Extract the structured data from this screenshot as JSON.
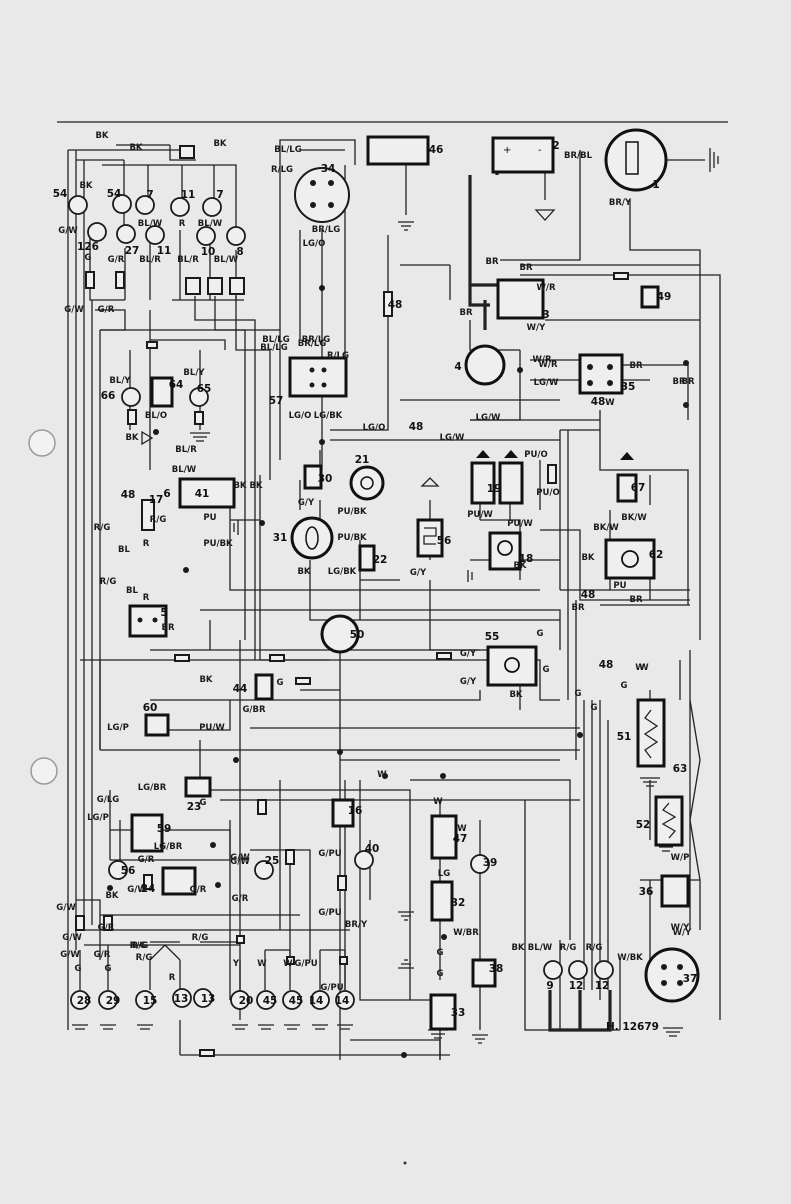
{
  "diagram": {
    "reference": "H. 12679",
    "components": [
      {
        "id": "c1",
        "num": "1"
      },
      {
        "id": "c2",
        "num": "2"
      },
      {
        "id": "c3",
        "num": "3"
      },
      {
        "id": "c4",
        "num": "4"
      },
      {
        "id": "c5",
        "num": "5"
      },
      {
        "id": "c6",
        "num": "6"
      },
      {
        "id": "c7a",
        "num": "7"
      },
      {
        "id": "c7b",
        "num": "7"
      },
      {
        "id": "c8",
        "num": "8"
      },
      {
        "id": "c9",
        "num": "9"
      },
      {
        "id": "c10",
        "num": "10"
      },
      {
        "id": "c11a",
        "num": "11"
      },
      {
        "id": "c11b",
        "num": "11"
      },
      {
        "id": "c12a",
        "num": "12"
      },
      {
        "id": "c12b",
        "num": "12"
      },
      {
        "id": "c13a",
        "num": "13"
      },
      {
        "id": "c13b",
        "num": "13"
      },
      {
        "id": "c14a",
        "num": "14"
      },
      {
        "id": "c14b",
        "num": "14"
      },
      {
        "id": "c15",
        "num": "15"
      },
      {
        "id": "c16",
        "num": "16"
      },
      {
        "id": "c17",
        "num": "17"
      },
      {
        "id": "c18",
        "num": "18"
      },
      {
        "id": "c19",
        "num": "19"
      },
      {
        "id": "c20",
        "num": "20"
      },
      {
        "id": "c21",
        "num": "21"
      },
      {
        "id": "c22",
        "num": "22"
      },
      {
        "id": "c23",
        "num": "23"
      },
      {
        "id": "c24",
        "num": "24"
      },
      {
        "id": "c25",
        "num": "25"
      },
      {
        "id": "c26",
        "num": "126"
      },
      {
        "id": "c27",
        "num": "27"
      },
      {
        "id": "c28",
        "num": "28"
      },
      {
        "id": "c29",
        "num": "29"
      },
      {
        "id": "c30",
        "num": "30"
      },
      {
        "id": "c31",
        "num": "31"
      },
      {
        "id": "c32",
        "num": "32"
      },
      {
        "id": "c33",
        "num": "33"
      },
      {
        "id": "c34",
        "num": "34"
      },
      {
        "id": "c35",
        "num": "35"
      },
      {
        "id": "c36",
        "num": "36"
      },
      {
        "id": "c37",
        "num": "37"
      },
      {
        "id": "c38",
        "num": "38"
      },
      {
        "id": "c39",
        "num": "39"
      },
      {
        "id": "c40",
        "num": "40"
      },
      {
        "id": "c41",
        "num": "41"
      },
      {
        "id": "c44",
        "num": "44"
      },
      {
        "id": "c45a",
        "num": "45"
      },
      {
        "id": "c45b",
        "num": "45"
      },
      {
        "id": "c46",
        "num": "46"
      },
      {
        "id": "c47",
        "num": "47"
      },
      {
        "id": "c48a",
        "num": "48"
      },
      {
        "id": "c48b",
        "num": "48"
      },
      {
        "id": "c48c",
        "num": "48"
      },
      {
        "id": "c48d",
        "num": "48"
      },
      {
        "id": "c48e",
        "num": "48"
      },
      {
        "id": "c48f",
        "num": "48"
      },
      {
        "id": "c49",
        "num": "49"
      },
      {
        "id": "c50",
        "num": "50"
      },
      {
        "id": "c51",
        "num": "51"
      },
      {
        "id": "c52",
        "num": "52"
      },
      {
        "id": "c54a",
        "num": "54"
      },
      {
        "id": "c54b",
        "num": "54"
      },
      {
        "id": "c55",
        "num": "55"
      },
      {
        "id": "c56",
        "num": "56"
      },
      {
        "id": "c57",
        "num": "57"
      },
      {
        "id": "c58",
        "num": "56"
      },
      {
        "id": "c59",
        "num": "59"
      },
      {
        "id": "c60",
        "num": "60"
      },
      {
        "id": "c62",
        "num": "62"
      },
      {
        "id": "c63",
        "num": "63"
      },
      {
        "id": "c64",
        "num": "64"
      },
      {
        "id": "c65",
        "num": "65"
      },
      {
        "id": "c66",
        "num": "66"
      },
      {
        "id": "c67",
        "num": "67"
      }
    ],
    "wire_labels": [
      {
        "id": "w1",
        "text": "BK"
      },
      {
        "id": "w2",
        "text": "BK"
      },
      {
        "id": "w3",
        "text": "BK"
      },
      {
        "id": "w4",
        "text": "BK"
      },
      {
        "id": "w5",
        "text": "G/W"
      },
      {
        "id": "w6",
        "text": "G/W"
      },
      {
        "id": "w7",
        "text": "G/R"
      },
      {
        "id": "w8",
        "text": "G/R"
      },
      {
        "id": "w9",
        "text": "G"
      },
      {
        "id": "w10",
        "text": "BL/W"
      },
      {
        "id": "w11",
        "text": "R"
      },
      {
        "id": "w12",
        "text": "BL/W"
      },
      {
        "id": "w13",
        "text": "BL/R"
      },
      {
        "id": "w14",
        "text": "BL/R"
      },
      {
        "id": "w15",
        "text": "BL/W"
      },
      {
        "id": "w16",
        "text": "BL/LG"
      },
      {
        "id": "w17",
        "text": "R/LG"
      },
      {
        "id": "w18",
        "text": "BR/LG"
      },
      {
        "id": "w19",
        "text": "LG/O"
      },
      {
        "id": "w20",
        "text": "BR/BL"
      },
      {
        "id": "w21",
        "text": "BR/Y"
      },
      {
        "id": "w22",
        "text": "BR"
      },
      {
        "id": "w23",
        "text": "BR"
      },
      {
        "id": "w24",
        "text": "W/R"
      },
      {
        "id": "w25",
        "text": "BR"
      },
      {
        "id": "w26",
        "text": "W/Y"
      },
      {
        "id": "w27",
        "text": "W/R"
      },
      {
        "id": "w28",
        "text": "BR"
      },
      {
        "id": "w29",
        "text": "LG/W"
      },
      {
        "id": "w30",
        "text": "BR"
      },
      {
        "id": "w31",
        "text": "W"
      },
      {
        "id": "w32",
        "text": "LG/W"
      },
      {
        "id": "w33",
        "text": "LG/O"
      },
      {
        "id": "w34",
        "text": "LG/W"
      },
      {
        "id": "w35",
        "text": "BL/LG"
      },
      {
        "id": "w36",
        "text": "BR/LG"
      },
      {
        "id": "w37",
        "text": "R/LG"
      },
      {
        "id": "w38",
        "text": "LG/O"
      },
      {
        "id": "w39",
        "text": "LG/BK"
      },
      {
        "id": "w40",
        "text": "BL/Y"
      },
      {
        "id": "w41",
        "text": "BL/Y"
      },
      {
        "id": "w42",
        "text": "BL/O"
      },
      {
        "id": "w43",
        "text": "BK"
      },
      {
        "id": "w44",
        "text": "BL/R"
      },
      {
        "id": "w45",
        "text": "BL/W"
      },
      {
        "id": "w46",
        "text": "G/Y"
      },
      {
        "id": "w47",
        "text": "PU/BK"
      },
      {
        "id": "w48",
        "text": "PU/BK"
      },
      {
        "id": "w49",
        "text": "BK"
      },
      {
        "id": "w50",
        "text": "LG/BK"
      },
      {
        "id": "w51",
        "text": "PU/O"
      },
      {
        "id": "w52",
        "text": "PU/O"
      },
      {
        "id": "w53",
        "text": "PU/W"
      },
      {
        "id": "w54",
        "text": "PU/W"
      },
      {
        "id": "w55",
        "text": "BK/W"
      },
      {
        "id": "w56",
        "text": "BK/W"
      },
      {
        "id": "w57",
        "text": "BK"
      },
      {
        "id": "w58",
        "text": "PU"
      },
      {
        "id": "w59",
        "text": "BR"
      },
      {
        "id": "w60",
        "text": "BR"
      },
      {
        "id": "w61",
        "text": "G/Y"
      },
      {
        "id": "w62",
        "text": "G/Y"
      },
      {
        "id": "w63",
        "text": "BK"
      },
      {
        "id": "w64",
        "text": "G"
      },
      {
        "id": "w65",
        "text": "W"
      },
      {
        "id": "w66",
        "text": "G"
      },
      {
        "id": "w67",
        "text": "G"
      },
      {
        "id": "w68",
        "text": "R/G"
      },
      {
        "id": "w69",
        "text": "R/G"
      },
      {
        "id": "w70",
        "text": "BL"
      },
      {
        "id": "w71",
        "text": "R"
      },
      {
        "id": "w72",
        "text": "R/G"
      },
      {
        "id": "w73",
        "text": "BL"
      },
      {
        "id": "w74",
        "text": "R"
      },
      {
        "id": "w75",
        "text": "BR"
      },
      {
        "id": "w76",
        "text": "PU"
      },
      {
        "id": "w77",
        "text": "PU/BK"
      },
      {
        "id": "w78",
        "text": "BK"
      },
      {
        "id": "w79",
        "text": "BK"
      },
      {
        "id": "w80",
        "text": "G"
      },
      {
        "id": "w81",
        "text": "G/BR"
      },
      {
        "id": "w82",
        "text": "LG/P"
      },
      {
        "id": "w83",
        "text": "PU/W"
      },
      {
        "id": "w84",
        "text": "G/LG"
      },
      {
        "id": "w85",
        "text": "LG/BR"
      },
      {
        "id": "w86",
        "text": "LG/P"
      },
      {
        "id": "w87",
        "text": "LG/BR"
      },
      {
        "id": "w88",
        "text": "G/R"
      },
      {
        "id": "w89",
        "text": "G/W"
      },
      {
        "id": "w90",
        "text": "G/R"
      },
      {
        "id": "w91",
        "text": "G"
      },
      {
        "id": "w92",
        "text": "BK"
      },
      {
        "id": "w93",
        "text": "G/W"
      },
      {
        "id": "w94",
        "text": "G/W"
      },
      {
        "id": "w95",
        "text": "G/R"
      },
      {
        "id": "w96",
        "text": "G/W"
      },
      {
        "id": "w97",
        "text": "G/R"
      },
      {
        "id": "w98",
        "text": "G"
      },
      {
        "id": "w99",
        "text": "G"
      },
      {
        "id": "w100",
        "text": "G/W"
      },
      {
        "id": "w101",
        "text": "G/R"
      },
      {
        "id": "w102",
        "text": "G/PU"
      },
      {
        "id": "w103",
        "text": "G/PU"
      },
      {
        "id": "w104",
        "text": "BR/Y"
      },
      {
        "id": "w105",
        "text": "W"
      },
      {
        "id": "w106",
        "text": "W"
      },
      {
        "id": "w107",
        "text": "LG"
      },
      {
        "id": "w108",
        "text": "W/BR"
      },
      {
        "id": "w109",
        "text": "G"
      },
      {
        "id": "w110",
        "text": "G"
      },
      {
        "id": "w111",
        "text": "R/G"
      },
      {
        "id": "w112",
        "text": "R/G"
      },
      {
        "id": "w113",
        "text": "R"
      },
      {
        "id": "w114",
        "text": "Y"
      },
      {
        "id": "w115",
        "text": "W"
      },
      {
        "id": "w116",
        "text": "W"
      },
      {
        "id": "w117",
        "text": "G/PU"
      },
      {
        "id": "w118",
        "text": "G/PU"
      },
      {
        "id": "w119",
        "text": "BK"
      },
      {
        "id": "w120",
        "text": "BL/W"
      },
      {
        "id": "w121",
        "text": "R/G"
      },
      {
        "id": "w122",
        "text": "R/G"
      },
      {
        "id": "w123",
        "text": "W/P"
      },
      {
        "id": "w124",
        "text": "W/Y"
      },
      {
        "id": "w125",
        "text": "W/BK"
      },
      {
        "id": "w126",
        "text": "W"
      },
      {
        "id": "w127",
        "text": "G"
      },
      {
        "id": "w128",
        "text": "G"
      },
      {
        "id": "w129",
        "text": "W"
      },
      {
        "id": "w130",
        "text": "BR"
      },
      {
        "id": "w131",
        "text": "R/G"
      },
      {
        "id": "w132",
        "text": "G/W"
      },
      {
        "id": "w133",
        "text": "BK"
      },
      {
        "id": "w134",
        "text": "BL/LG"
      },
      {
        "id": "w135",
        "text": "BR/LG"
      },
      {
        "id": "w136",
        "text": "G/Y"
      },
      {
        "id": "w137",
        "text": "R/G"
      },
      {
        "id": "w138",
        "text": "BK"
      },
      {
        "id": "w139",
        "text": "W/Y"
      },
      {
        "id": "w140",
        "text": "W/R"
      }
    ]
  }
}
